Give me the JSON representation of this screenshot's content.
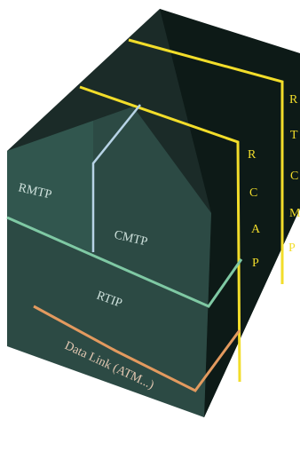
{
  "diagram": {
    "layers": {
      "rmtp": "RMTP",
      "cmtp": "CMTP",
      "rtip": "RTIP",
      "data_link": "Data Link (ATM...)"
    },
    "vertical_labels": {
      "rcap": [
        "R",
        "C",
        "A",
        "P"
      ],
      "rtcmp": [
        "R",
        "T",
        "C",
        "M",
        "P"
      ]
    }
  },
  "colors": {
    "background": "#ffffff",
    "front_face": "#2c4a44",
    "side_face": "#0d1a17",
    "top_face": "#1b2b28",
    "rcap_band": "#f2dd2a",
    "rtcmp_band": "#f2dd2a",
    "rmtp_cmtp_divider": "#b7d3e6",
    "rtip_outline": "#7fc9a4",
    "data_link_outline": "#e39a5f",
    "label_light": "#cfe2dd"
  }
}
